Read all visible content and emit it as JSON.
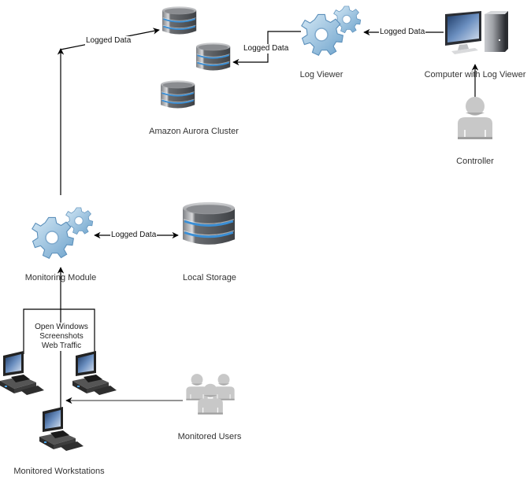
{
  "nodes": {
    "aurora_cluster": {
      "label": "Amazon Aurora Cluster",
      "icon": "database-icon",
      "count": 3
    },
    "log_viewer": {
      "label": "Log Viewer",
      "icon": "gears-icon"
    },
    "computer_with_log_viewer": {
      "label": "Computer with Log Viewer",
      "icon": "desktop-computer-icon"
    },
    "controller": {
      "label": "Controller",
      "icon": "user-icon"
    },
    "monitoring_module": {
      "label": "Monitoring Module",
      "icon": "gears-icon"
    },
    "local_storage": {
      "label": "Local Storage",
      "icon": "database-icon"
    },
    "monitored_workstations": {
      "label": "Monitored Workstations",
      "icon": "workstation-icon",
      "count": 3
    },
    "monitored_users": {
      "label": "Monitored Users",
      "icon": "users-group-icon"
    }
  },
  "edges": [
    {
      "from": "monitoring_module",
      "to": "aurora_cluster",
      "label": "Logged Data",
      "direction": "forward"
    },
    {
      "from": "log_viewer",
      "to": "aurora_cluster",
      "label": "Logged Data",
      "direction": "forward"
    },
    {
      "from": "computer_with_log_viewer",
      "to": "log_viewer",
      "label": "Logged Data",
      "direction": "forward"
    },
    {
      "from": "controller",
      "to": "computer_with_log_viewer",
      "label": "",
      "direction": "forward"
    },
    {
      "from": "monitoring_module",
      "to": "local_storage",
      "label": "Logged Data",
      "direction": "both"
    },
    {
      "from": "monitored_workstations",
      "to": "monitoring_module",
      "label": "Open Windows\nScreenshots\nWeb Traffic",
      "direction": "forward"
    },
    {
      "from": "monitored_users",
      "to": "monitored_workstations",
      "label": "",
      "direction": "forward"
    }
  ],
  "colors": {
    "db_body": "#5f6266",
    "db_band": "#3a8fd6",
    "gear": "#a9cde6",
    "person": "#c8c8c8",
    "edge": "#000000",
    "users_edge": "#555555"
  }
}
